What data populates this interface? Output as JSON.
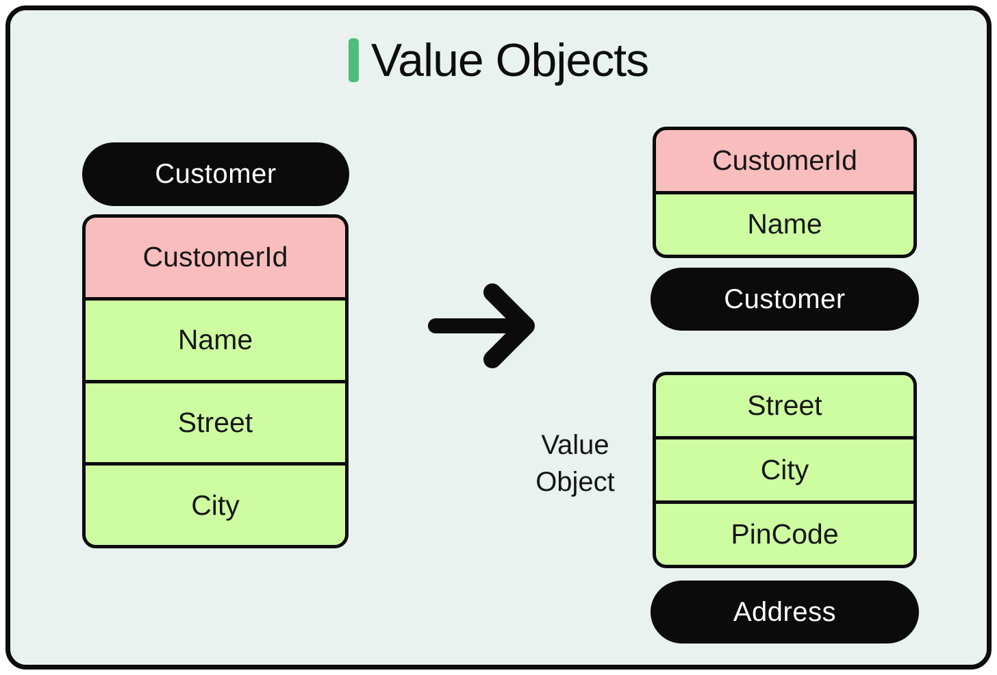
{
  "title": {
    "text": "Value Objects"
  },
  "left_entity": {
    "name_pill": "Customer",
    "rows": [
      {
        "label": "CustomerId",
        "kind": "identity"
      },
      {
        "label": "Name",
        "kind": "value"
      },
      {
        "label": "Street",
        "kind": "value"
      },
      {
        "label": "City",
        "kind": "value"
      }
    ]
  },
  "right_entity": {
    "rows": [
      {
        "label": "CustomerId",
        "kind": "identity"
      },
      {
        "label": "Name",
        "kind": "value"
      }
    ],
    "name_pill": "Customer"
  },
  "value_object_group": {
    "caption_lines": [
      "Value",
      "Object"
    ],
    "rows": [
      {
        "label": "Street",
        "kind": "value"
      },
      {
        "label": "City",
        "kind": "value"
      },
      {
        "label": "PinCode",
        "kind": "value"
      }
    ],
    "name_pill": "Address"
  },
  "icons": {
    "arrow": "right-arrow"
  },
  "colors": {
    "page_background": "#ffffff",
    "canvas_background": "#e9f2ee",
    "frame_border": "#0c0c0c",
    "title_accent": "#4ebd7b",
    "identity_row": "#f9bdbd",
    "value_row": "#cdfda0",
    "pill_background": "#0b0b0b",
    "pill_text": "#ffffff",
    "text": "#141414"
  }
}
